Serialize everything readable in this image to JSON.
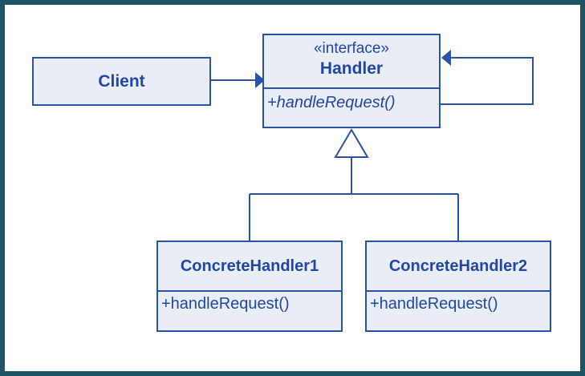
{
  "diagram": {
    "client": {
      "name": "Client"
    },
    "handler": {
      "stereotype": "«interface»",
      "name": "Handler",
      "operation": "+handleRequest()"
    },
    "concrete_handler_1": {
      "name": "ConcreteHandler1",
      "operation": "+handleRequest()"
    },
    "concrete_handler_2": {
      "name": "ConcreteHandler2",
      "operation": "+handleRequest()"
    }
  },
  "colors": {
    "frame": "#1c5466",
    "box_border": "#2952a8",
    "box_fill": "#e8edf6",
    "text": "#1f47a3",
    "connector": "#2952a8"
  }
}
